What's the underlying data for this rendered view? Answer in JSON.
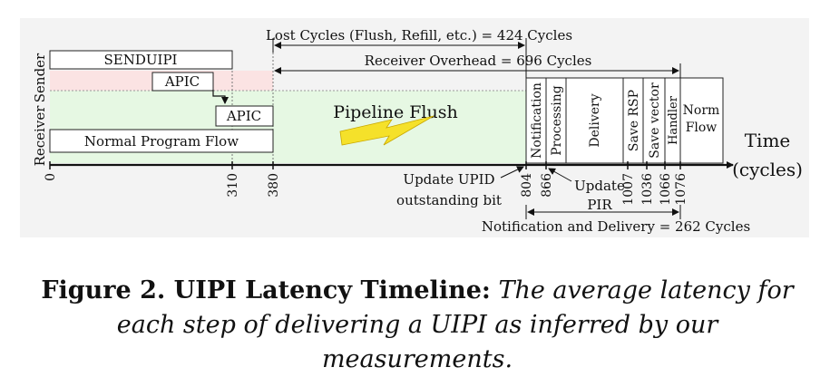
{
  "diagram": {
    "side_labels": {
      "sender": "Sender",
      "receiver": "Receiver"
    },
    "boxes": {
      "senduipi": "SENDUIPI",
      "apic_sender": "APIC",
      "apic_receiver": "APIC",
      "normal_flow": "Normal Program Flow",
      "pipeline_flush": "Pipeline Flush",
      "notification": "Notification",
      "processing": "Processing",
      "delivery": "Delivery",
      "save_rsp": "Save RSP",
      "save_vector": "Save vector",
      "handler": "Handler",
      "norm_flow_1": "Norm",
      "norm_flow_2": "Flow"
    },
    "spans": {
      "lost_cycles": "Lost Cycles (Flush, Refill, etc.) = 424 Cycles",
      "receiver_overhead": "Receiver Overhead = 696 Cycles",
      "notification_delivery": "Notification and Delivery = 262 Cycles"
    },
    "axis": {
      "title_1": "Time",
      "title_2": "(cycles)",
      "ticks": [
        "0",
        "310",
        "380",
        "804",
        "866",
        "1007",
        "1036",
        "1066",
        "1076"
      ]
    },
    "annotations": {
      "update_upid_1": "Update UPID",
      "update_upid_2": "outstanding bit",
      "update_pir_1": "Update",
      "update_pir_2": "PIR"
    },
    "colors": {
      "sender_band": "#fbe3e3",
      "receiver_band": "#e6f8e3",
      "bolt": "#f5e12a"
    }
  },
  "caption": {
    "label": "Figure 2. UIPI Latency Timeline:",
    "text": "The average latency for each step of delivering a UIPI as inferred by our measurements."
  }
}
